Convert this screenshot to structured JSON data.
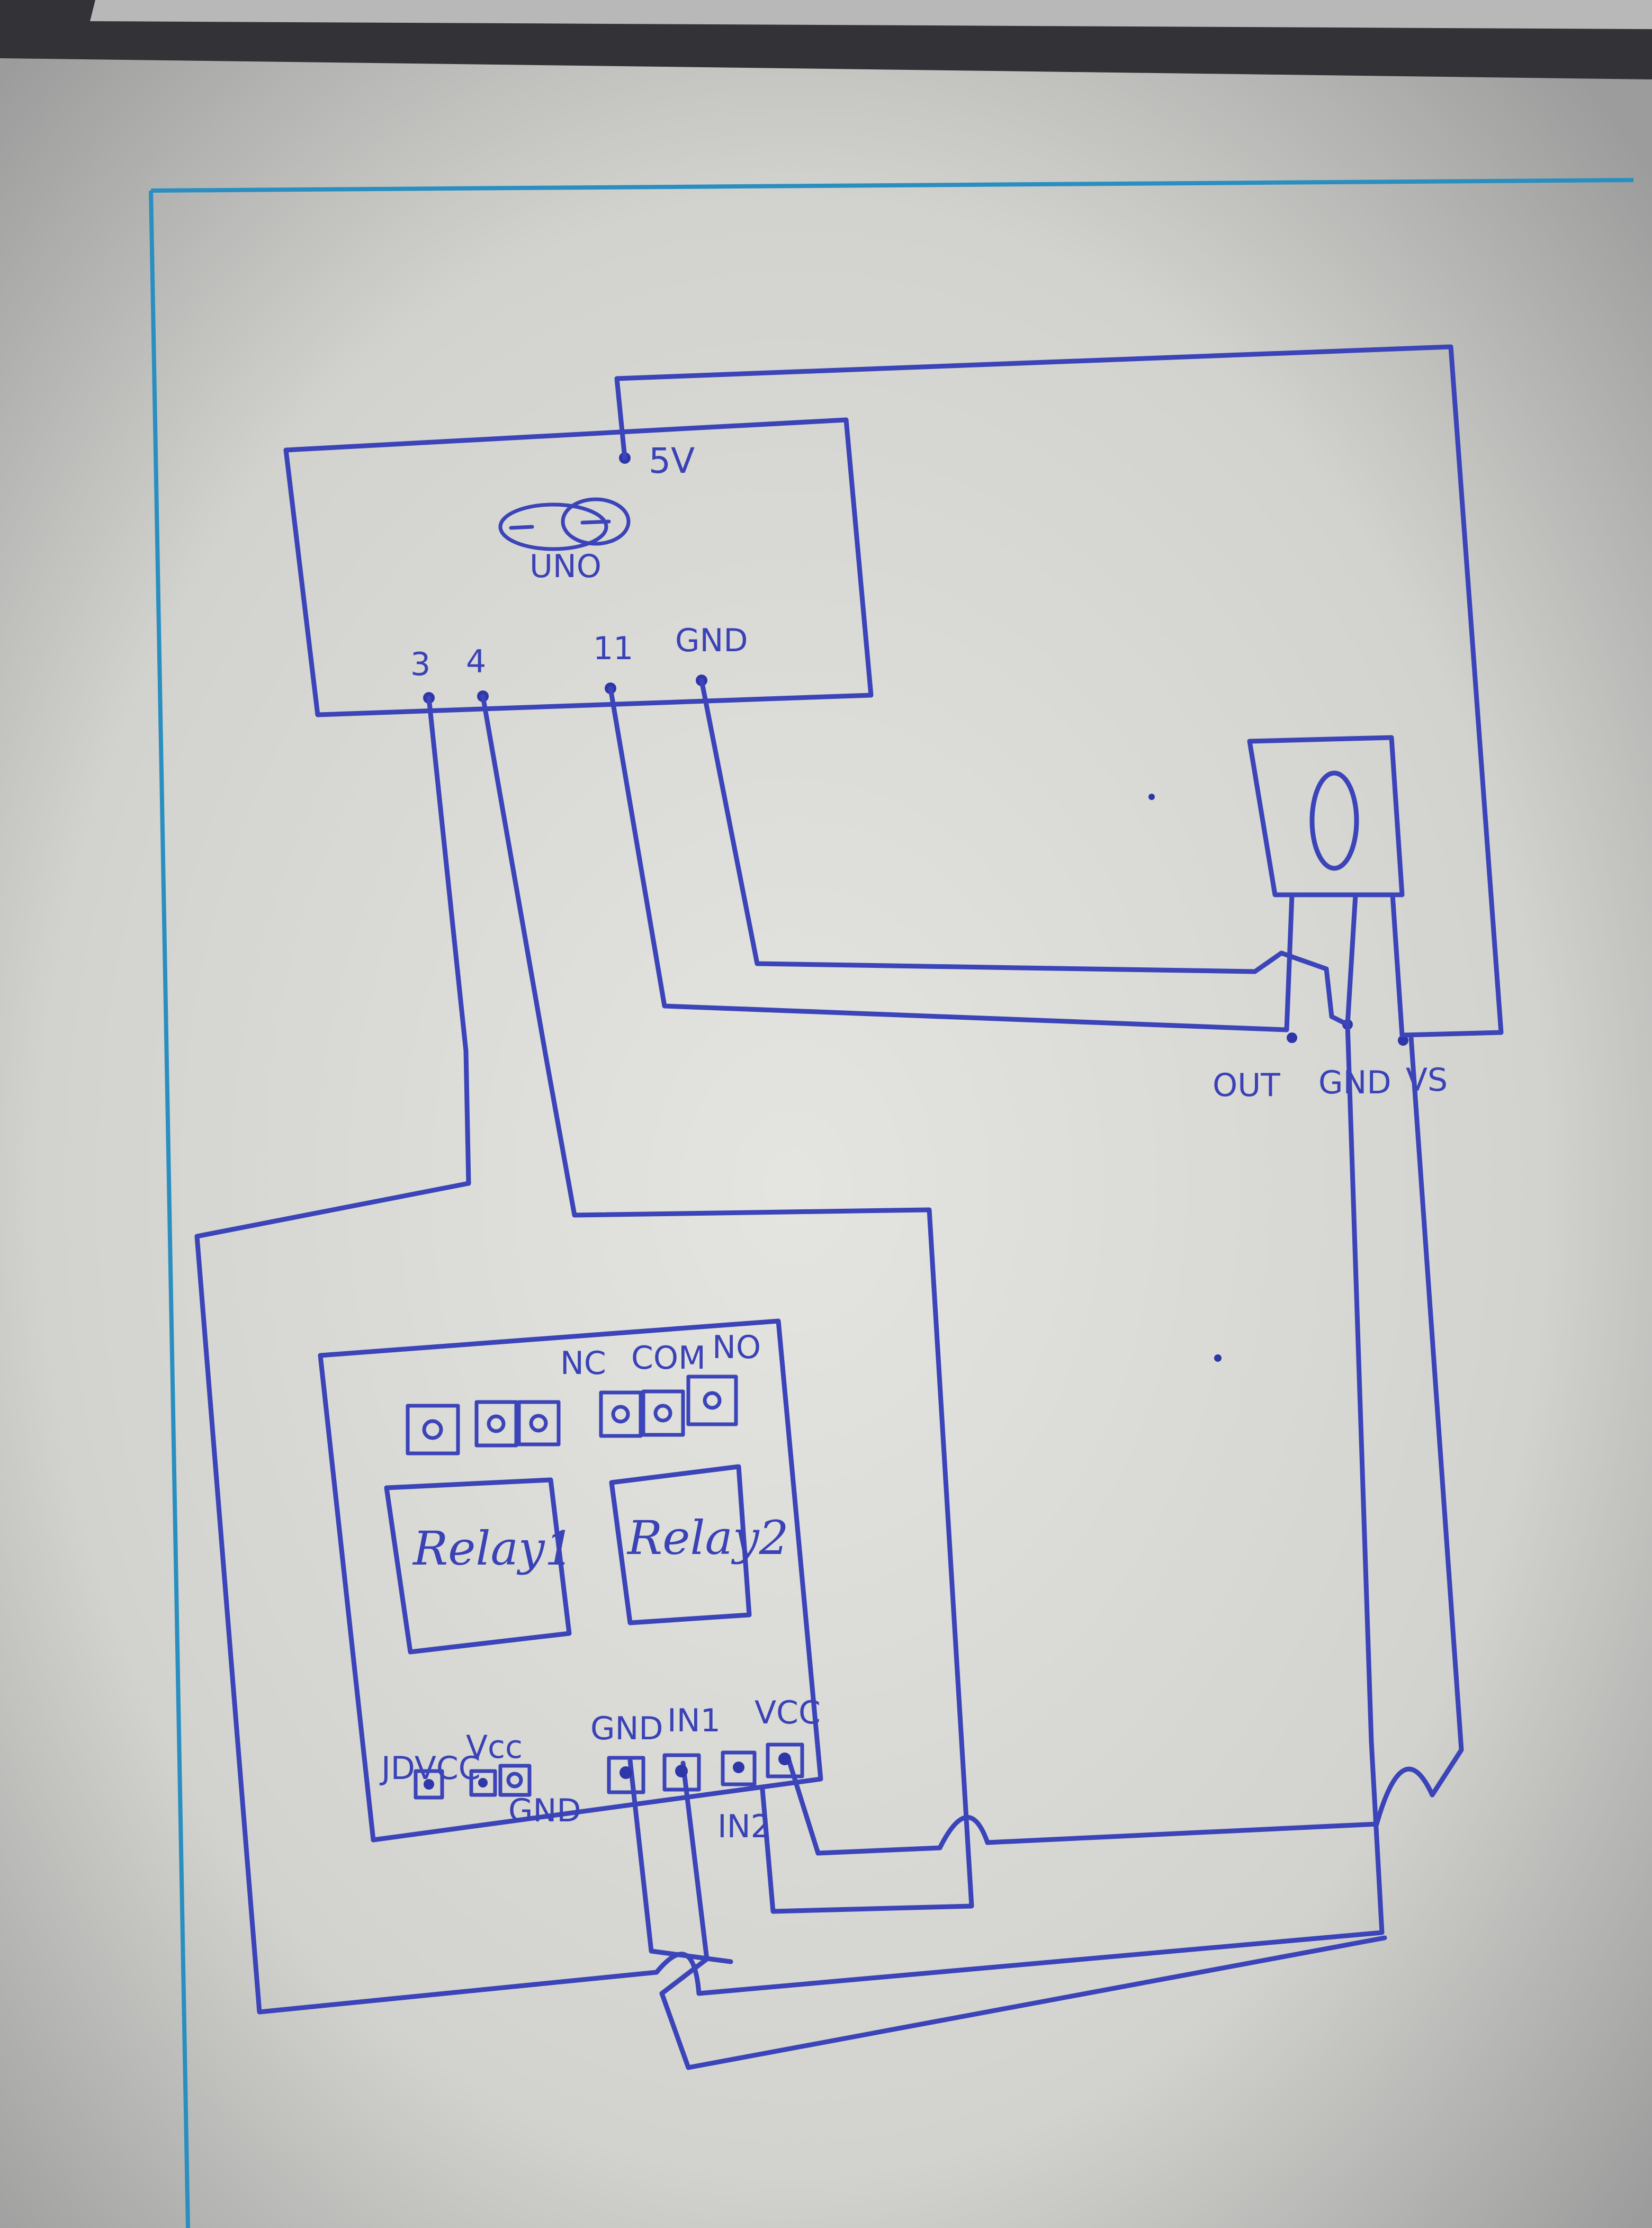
{
  "uno": {
    "logo_text": "UNO",
    "pins": {
      "v5": "5V",
      "p3": "3",
      "p4": "4",
      "p11": "11",
      "gnd": "GND"
    }
  },
  "sensor": {
    "pins": {
      "out": "OUT",
      "gnd": "GND",
      "vs": "VS"
    }
  },
  "relay_module": {
    "relay1_label": "Relay1",
    "relay2_label": "Relay2",
    "contact_labels": {
      "nc": "NC",
      "com": "COM",
      "no": "NO"
    },
    "header_left": {
      "jdvcc": "JDVCC",
      "vcc": "Vcc",
      "gnd": "GND"
    },
    "header_right": {
      "gnd": "GND",
      "in1": "IN1",
      "in2": "IN2",
      "vcc": "VCC"
    }
  },
  "colors": {
    "ink": "#3b44b8",
    "paper": "#dcdcd8",
    "border": "#2a8fc0"
  }
}
